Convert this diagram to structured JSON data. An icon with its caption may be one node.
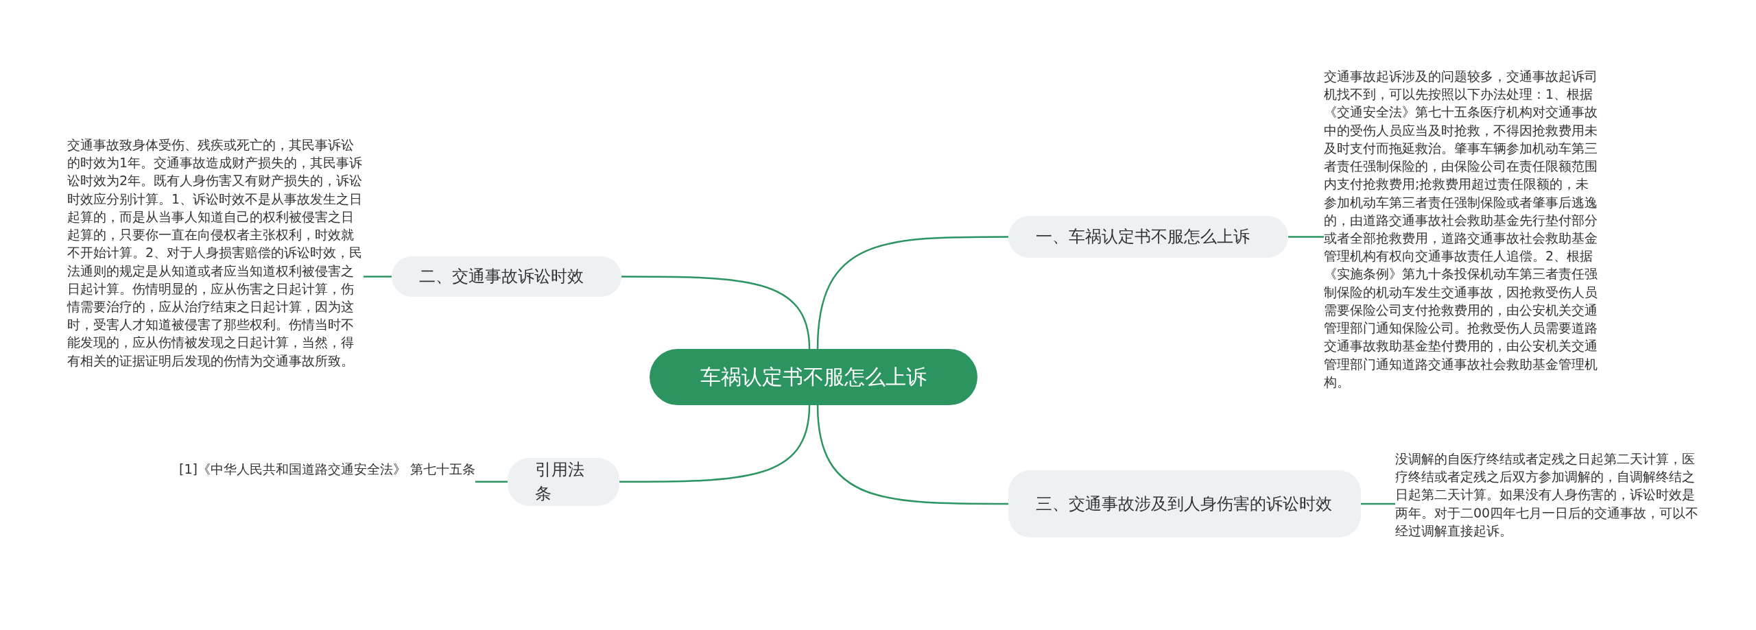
{
  "diagram": {
    "nodes": [
      {
        "text": [
          "车祸认定书不服怎么上诉"
        ]
      },
      {
        "text": [
          "二、交通事故诉讼时效"
        ]
      },
      {
        "text": [
          "交通事故致身体受伤、残疾或死亡的，其民事诉讼的时效为1年。交通事故造成财产损失的，其民事诉讼时效为2年。既有人身伤害又有财产损失的，诉讼时效应分别计算。1、诉讼时效不是从事故发生之日起算的，而是从当事人知道自己的权利被侵害之日起算的，只要你一直在向侵权者主张权利，时效就不开始计算。2、对于人身损害赔偿的诉讼时效，民法通则的规定是从知道或者应当知道权利被侵害之日起计算。伤情明显的，应从伤害之日起计算，伤情需要治疗的，应从治疗结束之日起计算，因为这时，受害人才知道被侵害了那些权利。伤情当时不能发现的，应从伤情被发现之日起计算，当然，得有相关的证据证明后发现的伤情为交通事故所致。"
        ]
      },
      {
        "text": [
          "引用法条"
        ]
      },
      {
        "text": [
          "[1]《中华人民共和国道路交通安全法》 第七十五条"
        ]
      },
      {
        "text": [
          "一、车祸认定书不服怎么上诉"
        ]
      },
      {
        "text": [
          "交通事故起诉涉及的问题较多，交通事故起诉司机找不到，可以先按照以下办法处理：1、根据《交通安全法》第七十五条医疗机构对交通事故中的受伤人员应当及时抢救，不得因抢救费用未及时支付而拖延救治。肇事车辆参加机动车第三者责任强制保险的，由保险公司在责任限额范围内支付抢救费用;抢救费用超过责任限额的，未参加机动车第三者责任强制保险或者肇事后逃逸的，由道路交通事故社会救助基金先行垫付部分或者全部抢救费用，道路交通事故社会救助基金管理机构有权向交通事故责任人追偿。2、根据《实施条例》第九十条投保机动车第三者责任强制保险的机动车发生交通事故，因抢救受伤人员需要保险公司支付抢救费用的，由公安机关交通管理部门通知保险公司。抢救受伤人员需要道路交通事故救助基金垫付费用的，由公安机关交通管理部门通知道路交通事故社会救助基金管理机构。"
        ]
      },
      {
        "text": [
          "三、交通事故涉及到人身伤害的诉讼时效"
        ]
      },
      {
        "text": [
          "没调解的自医疗终结或者定残之日起第二天计算，医疗终结或者定残之后双方参加调解的，自调解终结之日起第二天计算。如果没有人身伤害的，诉讼时效是两年。对于二00四年七月一日后的交通事故，可以不经过调解直接起诉。"
        ]
      }
    ],
    "edges": [
      {
        "from": 0,
        "to": 5,
        "arrow": "none"
      },
      {
        "from": 0,
        "to": 1,
        "arrow": "none"
      },
      {
        "from": 0,
        "to": 7,
        "arrow": "none"
      },
      {
        "from": 0,
        "to": 3,
        "arrow": "none"
      },
      {
        "from": 5,
        "to": 6,
        "arrow": "none"
      },
      {
        "from": 1,
        "to": 2,
        "arrow": "none"
      },
      {
        "from": 7,
        "to": 8,
        "arrow": "none"
      },
      {
        "from": 3,
        "to": 4,
        "arrow": "none"
      }
    ]
  }
}
